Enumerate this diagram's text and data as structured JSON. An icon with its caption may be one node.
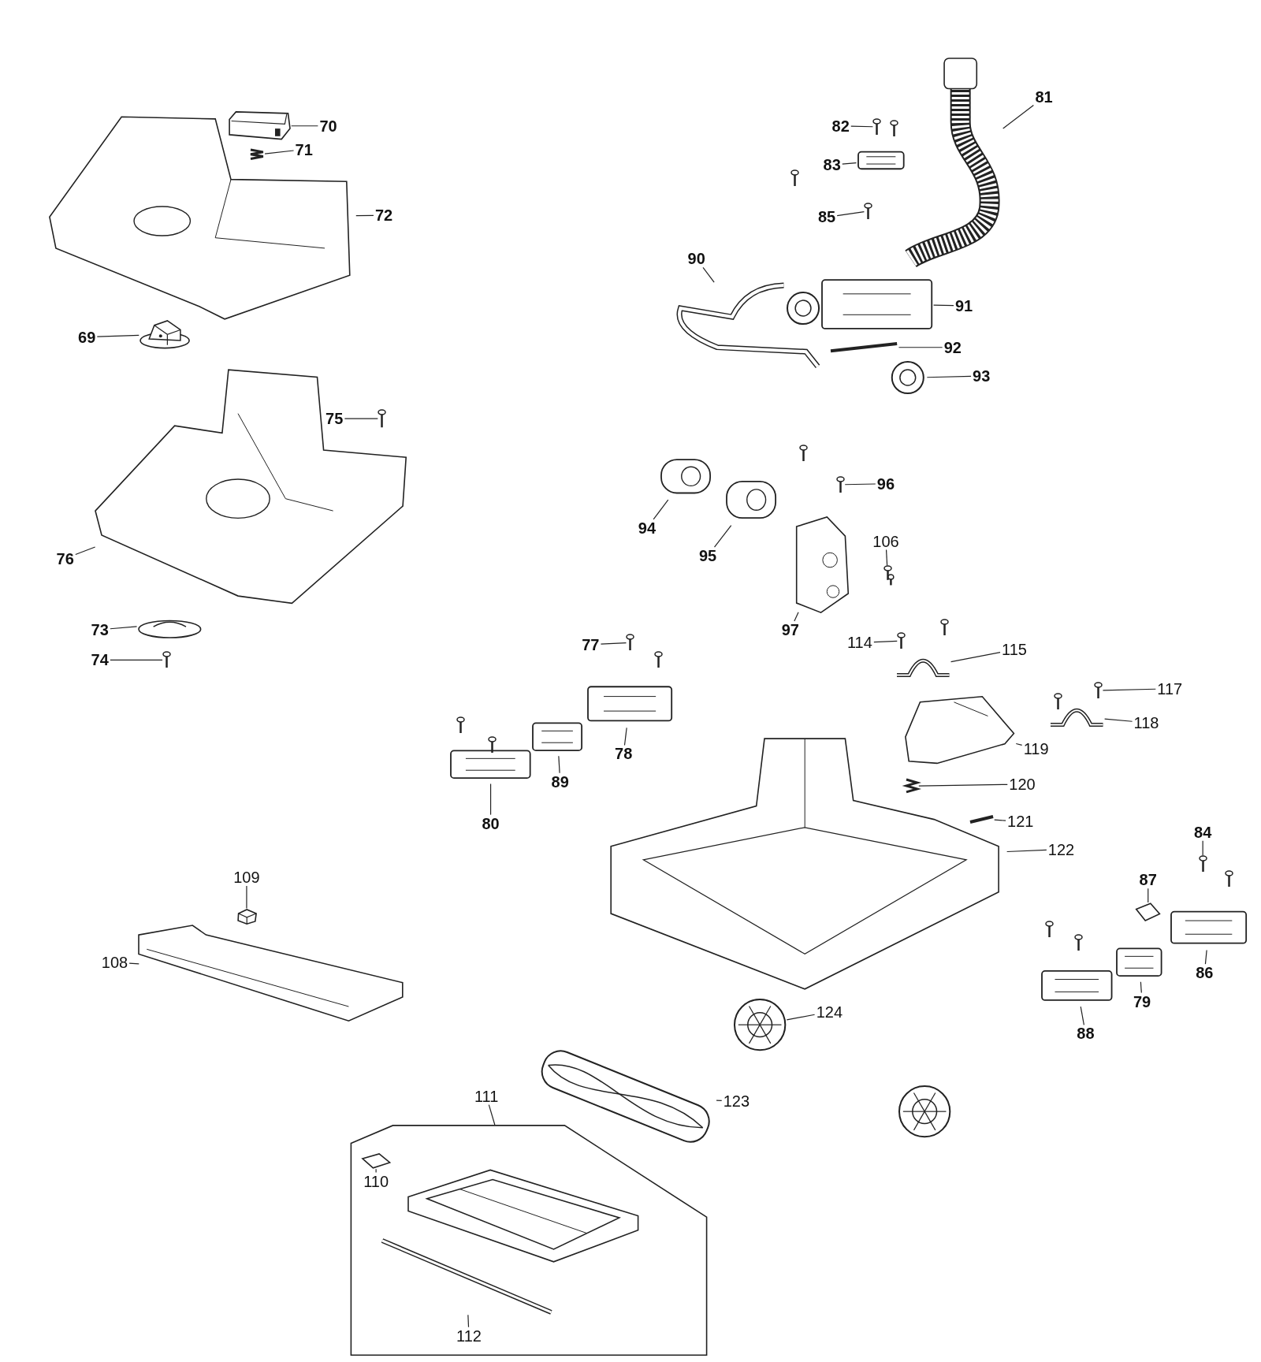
{
  "diagram": {
    "nodes": [
      {
        "text": [
          "70"
        ]
      },
      {
        "text": [],
        "shape": "picture"
      },
      {
        "text": [
          "71"
        ]
      },
      {
        "text": [],
        "shape": "picture"
      },
      {
        "text": [
          "72"
        ]
      },
      {
        "text": [],
        "shape": "picture"
      },
      {
        "text": [
          "69"
        ]
      },
      {
        "text": [],
        "shape": "picture"
      },
      {
        "text": [
          "75"
        ]
      },
      {
        "text": [],
        "shape": "picture"
      },
      {
        "text": [
          "76"
        ]
      },
      {
        "text": [],
        "shape": "picture"
      },
      {
        "text": [
          "73"
        ]
      },
      {
        "text": [],
        "shape": "picture"
      },
      {
        "text": [
          "74"
        ]
      },
      {
        "text": [],
        "shape": "picture"
      },
      {
        "text": [
          "81"
        ]
      },
      {
        "text": [],
        "shape": "picture"
      },
      {
        "text": [
          "82"
        ]
      },
      {
        "text": [],
        "shape": "picture"
      },
      {
        "text": [
          "83"
        ]
      },
      {
        "text": [],
        "shape": "picture"
      },
      {
        "text": [
          "85"
        ]
      },
      {
        "text": [],
        "shape": "picture"
      },
      {
        "text": [
          "90"
        ]
      },
      {
        "text": [],
        "shape": "picture"
      },
      {
        "text": [
          "91"
        ]
      },
      {
        "text": [],
        "shape": "picture"
      },
      {
        "text": [
          "92"
        ]
      },
      {
        "text": [],
        "shape": "picture"
      },
      {
        "text": [
          "93"
        ]
      },
      {
        "text": [],
        "shape": "picture"
      },
      {
        "text": [
          "94"
        ]
      },
      {
        "text": [],
        "shape": "picture"
      },
      {
        "text": [
          "95"
        ]
      },
      {
        "text": [],
        "shape": "picture"
      },
      {
        "text": [
          "96"
        ]
      },
      {
        "text": [],
        "shape": "picture"
      },
      {
        "text": [
          "106"
        ]
      },
      {
        "text": [],
        "shape": "picture"
      },
      {
        "text": [
          "97"
        ]
      },
      {
        "text": [],
        "shape": "picture"
      },
      {
        "text": [
          "114"
        ]
      },
      {
        "text": [],
        "shape": "picture"
      },
      {
        "text": [
          "115"
        ]
      },
      {
        "text": [],
        "shape": "picture"
      },
      {
        "text": [
          "77"
        ]
      },
      {
        "text": [],
        "shape": "picture"
      },
      {
        "text": [
          "78"
        ]
      },
      {
        "text": [],
        "shape": "picture"
      },
      {
        "text": [
          "89"
        ]
      },
      {
        "text": [],
        "shape": "picture"
      },
      {
        "text": [
          "80"
        ]
      },
      {
        "text": [],
        "shape": "picture"
      },
      {
        "text": [
          "117"
        ]
      },
      {
        "text": [],
        "shape": "picture"
      },
      {
        "text": [
          "118"
        ]
      },
      {
        "text": [],
        "shape": "picture"
      },
      {
        "text": [
          "119"
        ]
      },
      {
        "text": [],
        "shape": "picture"
      },
      {
        "text": [
          "120"
        ]
      },
      {
        "text": [],
        "shape": "picture"
      },
      {
        "text": [
          "121"
        ]
      },
      {
        "text": [],
        "shape": "picture"
      },
      {
        "text": [
          "122"
        ]
      },
      {
        "text": [],
        "shape": "picture"
      },
      {
        "text": [
          "84"
        ]
      },
      {
        "text": [],
        "shape": "picture"
      },
      {
        "text": [
          "87"
        ]
      },
      {
        "text": [],
        "shape": "picture"
      },
      {
        "text": [
          "86"
        ]
      },
      {
        "text": [],
        "shape": "picture"
      },
      {
        "text": [
          "79"
        ]
      },
      {
        "text": [],
        "shape": "picture"
      },
      {
        "text": [
          "88"
        ]
      },
      {
        "text": [],
        "shape": "picture"
      },
      {
        "text": [
          "109"
        ]
      },
      {
        "text": [],
        "shape": "picture"
      },
      {
        "text": [
          "108"
        ]
      },
      {
        "text": [],
        "shape": "picture"
      },
      {
        "text": [
          "124"
        ]
      },
      {
        "text": [],
        "shape": "picture"
      },
      {
        "text": [
          "123"
        ]
      },
      {
        "text": [],
        "shape": "picture"
      },
      {
        "text": [],
        "shape": "box"
      },
      {
        "text": [
          "111"
        ]
      },
      {
        "text": [
          "110"
        ],
        "in": 84
      },
      {
        "text": [],
        "shape": "picture",
        "in": 84
      },
      {
        "text": [
          "112"
        ],
        "in": 84
      },
      {
        "text": [],
        "shape": "picture",
        "in": 84
      }
    ],
    "edges": [
      {
        "from": 0,
        "to": 1,
        "arrow": "none"
      },
      {
        "from": 2,
        "to": 3,
        "arrow": "none"
      },
      {
        "from": 4,
        "to": 5,
        "arrow": "none"
      },
      {
        "from": 6,
        "to": 7,
        "arrow": "none"
      },
      {
        "from": 8,
        "to": 9,
        "arrow": "none"
      },
      {
        "from": 10,
        "to": 11,
        "arrow": "none"
      },
      {
        "from": 12,
        "to": 13,
        "arrow": "none"
      },
      {
        "from": 14,
        "to": 15,
        "arrow": "none"
      },
      {
        "from": 16,
        "to": 17,
        "arrow": "none"
      },
      {
        "from": 18,
        "to": 19,
        "arrow": "none"
      },
      {
        "from": 20,
        "to": 21,
        "arrow": "none"
      },
      {
        "from": 22,
        "to": 23,
        "arrow": "none"
      },
      {
        "from": 24,
        "to": 25,
        "arrow": "none"
      },
      {
        "from": 26,
        "to": 27,
        "arrow": "none"
      },
      {
        "from": 28,
        "to": 29,
        "arrow": "none"
      },
      {
        "from": 30,
        "to": 31,
        "arrow": "none"
      },
      {
        "from": 32,
        "to": 33,
        "arrow": "none"
      },
      {
        "from": 34,
        "to": 35,
        "arrow": "none"
      },
      {
        "from": 36,
        "to": 37,
        "arrow": "none"
      },
      {
        "from": 38,
        "to": 39,
        "arrow": "none"
      },
      {
        "from": 40,
        "to": 41,
        "arrow": "none"
      },
      {
        "from": 42,
        "to": 43,
        "arrow": "none"
      },
      {
        "from": 44,
        "to": 45,
        "arrow": "none"
      },
      {
        "from": 46,
        "to": 47,
        "arrow": "none"
      },
      {
        "from": 48,
        "to": 49,
        "arrow": "none"
      },
      {
        "from": 50,
        "to": 51,
        "arrow": "none"
      },
      {
        "from": 52,
        "to": 53,
        "arrow": "none"
      },
      {
        "from": 54,
        "to": 55,
        "arrow": "none"
      },
      {
        "from": 56,
        "to": 57,
        "arrow": "none"
      },
      {
        "from": 58,
        "to": 59,
        "arrow": "none"
      },
      {
        "from": 60,
        "to": 61,
        "arrow": "none"
      },
      {
        "from": 62,
        "to": 63,
        "arrow": "none"
      },
      {
        "from": 64,
        "to": 65,
        "arrow": "none"
      },
      {
        "from": 66,
        "to": 67,
        "arrow": "none"
      },
      {
        "from": 68,
        "to": 69,
        "arrow": "none"
      },
      {
        "from": 70,
        "to": 71,
        "arrow": "none"
      },
      {
        "from": 72,
        "to": 73,
        "arrow": "none"
      },
      {
        "from": 74,
        "to": 75,
        "arrow": "none"
      },
      {
        "from": 76,
        "to": 77,
        "arrow": "none"
      },
      {
        "from": 78,
        "to": 79,
        "arrow": "none"
      },
      {
        "from": 80,
        "to": 81,
        "arrow": "none"
      },
      {
        "from": 82,
        "to": 83,
        "arrow": "none"
      },
      {
        "from": 85,
        "to": 84,
        "arrow": "none"
      },
      {
        "from": 86,
        "to": 87,
        "arrow": "none"
      },
      {
        "from": 88,
        "to": 89,
        "arrow": "none"
      }
    ]
  }
}
